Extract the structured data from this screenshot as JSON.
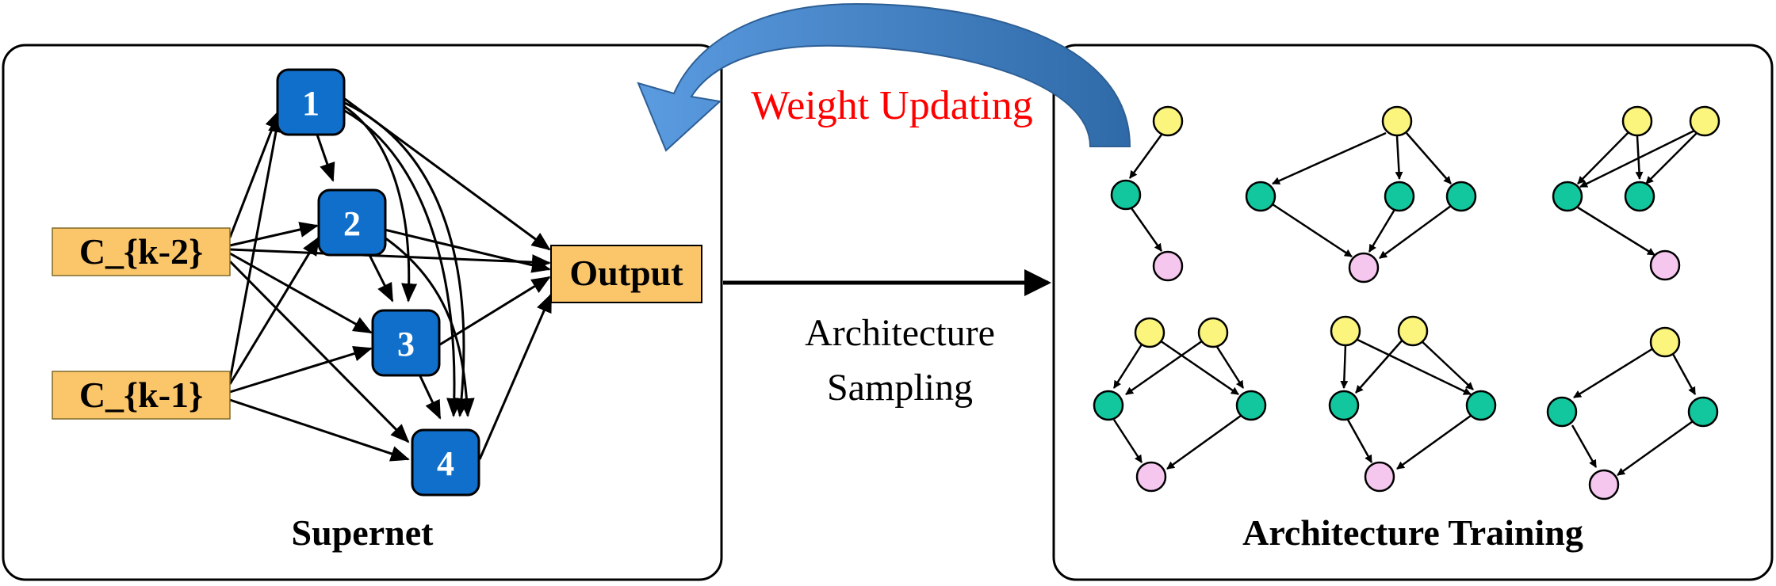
{
  "supernet": {
    "caption": "Supernet",
    "inputs": [
      "C_{k-2}",
      "C_{k-1}"
    ],
    "nodes": [
      "1",
      "2",
      "3",
      "4"
    ],
    "output": "Output"
  },
  "middle": {
    "weight_updating": "Weight Updating",
    "sampling_line1": "Architecture",
    "sampling_line2": "Sampling"
  },
  "training": {
    "caption": "Architecture Training"
  },
  "colors": {
    "input_box": "#fbc56a",
    "supernet_node": "#0f6fcb",
    "input_circle": "#fbf57d",
    "hidden_circle": "#12c79d",
    "output_circle": "#f5c6ee",
    "curved_arrow": "#4f8fd6",
    "weight_text": "#ff0000"
  }
}
